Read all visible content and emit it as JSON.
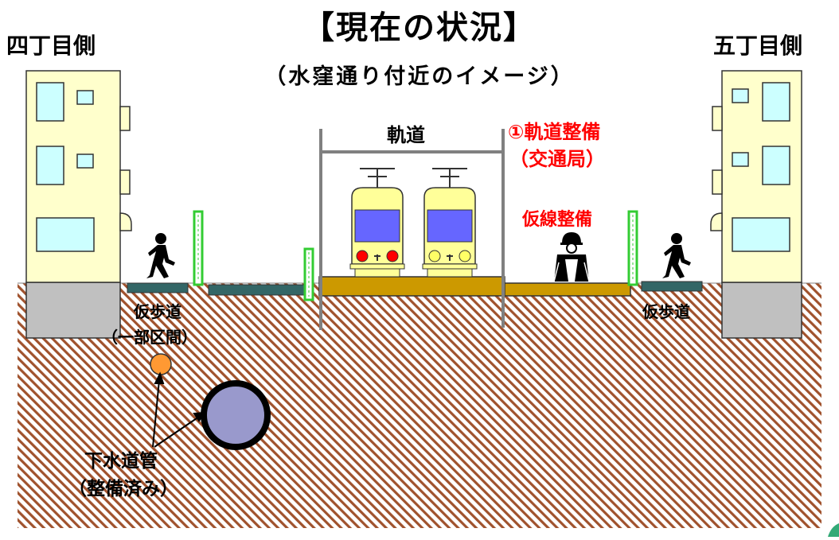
{
  "header": {
    "title": "【現在の状況】",
    "subtitle": "（水窪通り付近のイメージ）"
  },
  "sides": {
    "left": "四丁目側",
    "right": "五丁目側"
  },
  "labels": {
    "track": "軌道",
    "track_work_line1": "①軌道整備",
    "track_work_line2": "（交通局）",
    "temporary_line": "仮線整備",
    "sidewalk_left_line1": "仮歩道",
    "sidewalk_left_line2": "（一部区間）",
    "sidewalk_right": "仮歩道",
    "sewer_line1": "下水道管",
    "sewer_line2": "（整備済み）"
  },
  "colors": {
    "title_text": "#000000",
    "highlight_text": "#ff0000",
    "building": "#ffffcc",
    "window": "#ccffff",
    "foundation": "#c0c0c0",
    "ground_hatch": "#a0522d",
    "road_bed": "#cc9900",
    "sidewalk": "#336666",
    "fence": "#33cc33",
    "tram_body": "#ffff99",
    "tram_window": "#6666ff",
    "pipe_large": "#9999cc",
    "pipe_small": "#ff9933"
  },
  "icons": [
    "building-icon",
    "pedestrian-icon",
    "worker-icon",
    "tram-icon",
    "fence-icon",
    "sewer-pipe-icon"
  ]
}
